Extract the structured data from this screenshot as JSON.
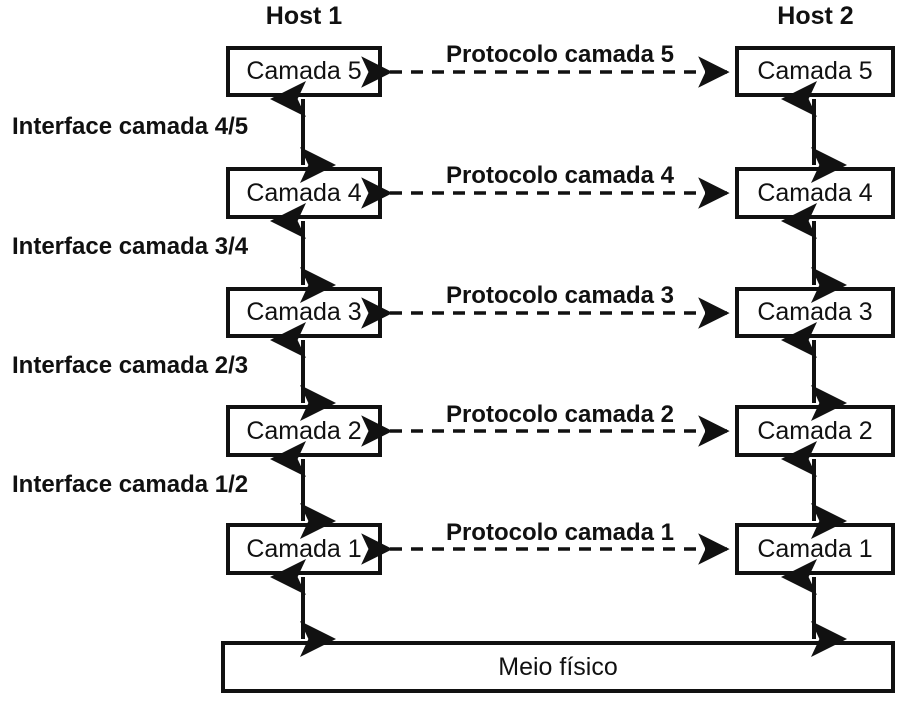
{
  "diagram": {
    "title_left": "Host 1",
    "title_right": "Host 2",
    "medium_label": "Meio físico",
    "line_color": "#111111",
    "background_color": "#ffffff",
    "layers": [
      {
        "left_box": "Camada 5",
        "right_box": "Camada 5",
        "protocol_label": "Protocolo camada 5",
        "interface_label_below": "Interface camada 4/5"
      },
      {
        "left_box": "Camada 4",
        "right_box": "Camada 4",
        "protocol_label": "Protocolo camada 4",
        "interface_label_below": "Interface camada 3/4"
      },
      {
        "left_box": "Camada 3",
        "right_box": "Camada 3",
        "protocol_label": "Protocolo camada 3",
        "interface_label_below": "Interface camada 2/3"
      },
      {
        "left_box": "Camada 2",
        "right_box": "Camada 2",
        "protocol_label": "Protocolo camada 2",
        "interface_label_below": "Interface camada 1/2"
      },
      {
        "left_box": "Camada 1",
        "right_box": "Camada 1",
        "protocol_label": "Protocolo camada 1",
        "interface_label_below": ""
      }
    ]
  }
}
